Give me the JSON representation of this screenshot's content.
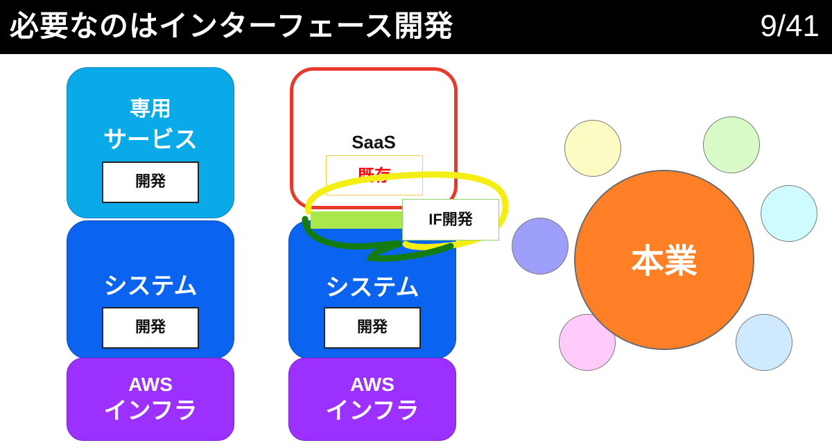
{
  "header": {
    "title": "必要なのはインターフェース開発",
    "page_number": "9/41"
  },
  "colors": {
    "dedicated_service": "#0aa9e8",
    "system": "#0a64f0",
    "aws": "#9b30ff",
    "saas_border": "#e8392b",
    "existing_text": "#ff0000",
    "interface_bar": "#a8e84c",
    "highlight_yellow": "#f5ee14",
    "stroke_green": "#137b10",
    "core": "#ff7f27"
  },
  "left_stack": {
    "service_label_line1": "専用",
    "service_label_line2": "サービス",
    "service_dev_label": "開発",
    "system_label": "システム",
    "system_dev_label": "開発",
    "aws_line1": "AWS",
    "aws_line2": "インフラ"
  },
  "middle_stack": {
    "saas_label": "SaaS",
    "existing_label": "既存",
    "if_dev_label": "IF開発",
    "system_label": "システム",
    "system_dev_label": "開発",
    "aws_line1": "AWS",
    "aws_line2": "インフラ"
  },
  "right_diagram": {
    "core_label": "本業",
    "satellite_colors": [
      "#fdfbc4",
      "#d8fbc7",
      "#cdfbff",
      "#9e9efb",
      "#ffcbfb",
      "#cfeaff"
    ]
  }
}
